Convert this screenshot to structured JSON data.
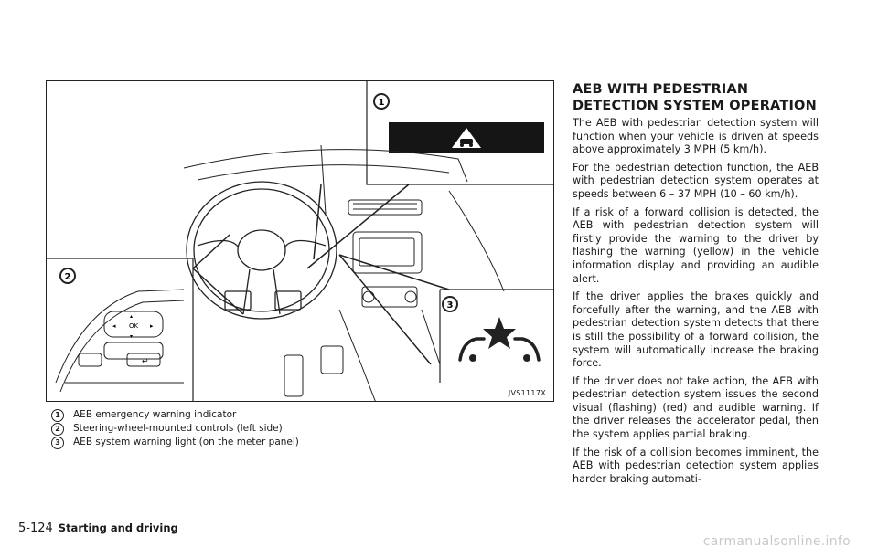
{
  "figure": {
    "code": "JVS1117X",
    "callouts": [
      "1",
      "2",
      "3"
    ],
    "controls": {
      "ok_label": "OK"
    }
  },
  "legend": [
    {
      "num": "1",
      "text": "AEB emergency warning indicator"
    },
    {
      "num": "2",
      "text": "Steering-wheel-mounted controls (left side)"
    },
    {
      "num": "3",
      "text": "AEB system warning light (on the meter panel)"
    }
  ],
  "section": {
    "title": "AEB WITH PEDESTRIAN DETECTION SYSTEM OPERATION",
    "paragraphs": [
      "The AEB with pedestrian detection system will function when your vehicle is driven at speeds above approximately 3 MPH (5 km/h).",
      "For the pedestrian detection function, the AEB with pedestrian detection system operates at speeds between 6 – 37 MPH (10 – 60 km/h).",
      "If a risk of a forward collision is detected, the AEB with pedestrian detection system will firstly provide the warning to the driver by flashing the warning (yellow) in the vehicle information display and providing an audible alert.",
      "If the driver applies the brakes quickly and forcefully after the warning, and the AEB with pedestrian detection system detects that there is still the possibility of a forward collision, the system will automatically increase the braking force.",
      "If the driver does not take action, the AEB with pedestrian detection system issues the second visual (flashing) (red) and audible warning. If the driver releases the accelerator pedal, then the system applies partial braking.",
      "If the risk of a collision becomes imminent, the AEB with pedestrian detection system applies harder braking automati-"
    ]
  },
  "footer": {
    "page_number": "5-124",
    "chapter": "Starting and driving"
  },
  "watermark": "carmanualsonline.info"
}
